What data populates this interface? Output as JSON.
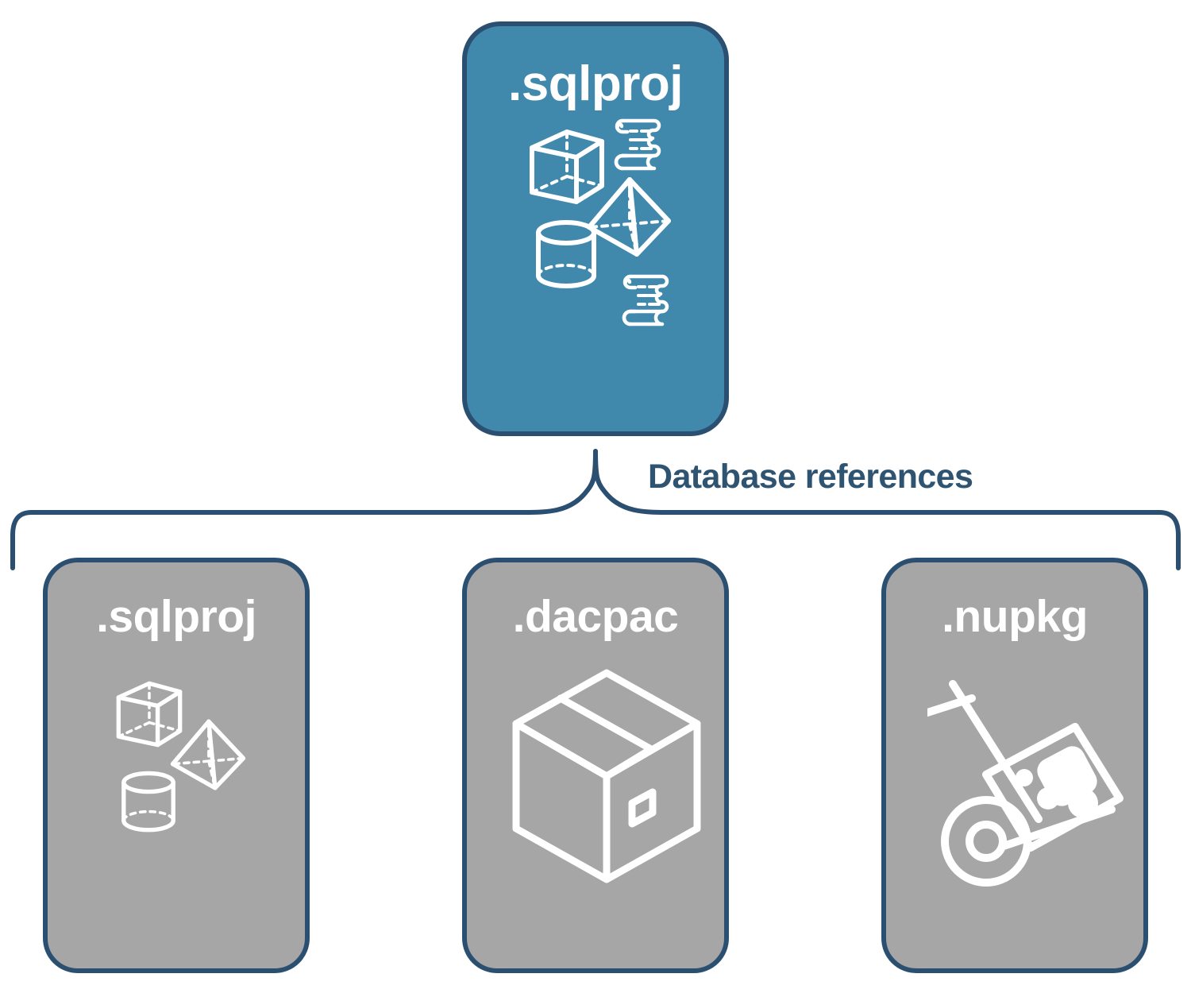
{
  "diagram": {
    "title_text": "Database references",
    "colors": {
      "accent_blue": "#4189AC",
      "card_gray": "#A6A6A6",
      "outline_navy": "#2B4F70",
      "label_navy": "#2E5472",
      "icon_white": "#FFFFFF",
      "background": "#FFFFFF"
    }
  },
  "top_card": {
    "label": ".sqlproj",
    "fill": "blue",
    "icons": [
      "cube-wireframe-icon",
      "scroll-document-icon",
      "pyramid-wireframe-icon",
      "cylinder-wireframe-icon",
      "scroll-document-icon"
    ]
  },
  "connector": {
    "label": "Database references",
    "style": "curly-brace"
  },
  "reference_cards": [
    {
      "label": ".sqlproj",
      "fill": "gray",
      "icons": [
        "cube-wireframe-icon",
        "pyramid-wireframe-icon",
        "cylinder-wireframe-icon"
      ]
    },
    {
      "label": ".dacpac",
      "fill": "gray",
      "icons": [
        "package-box-icon"
      ]
    },
    {
      "label": ".nupkg",
      "fill": "gray",
      "icons": [
        "hand-truck-package-icon"
      ]
    }
  ]
}
